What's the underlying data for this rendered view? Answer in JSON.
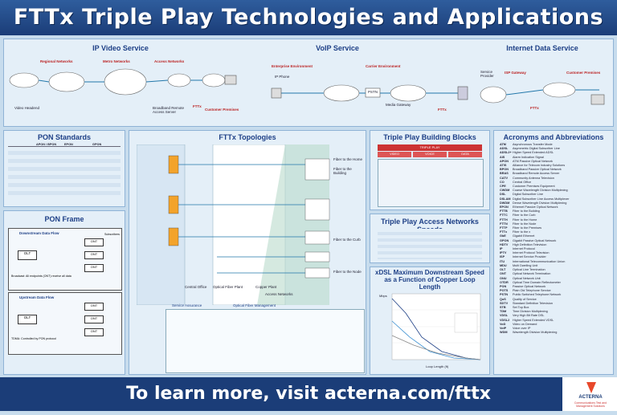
{
  "header": {
    "title": "FTTx Triple Play Technologies and Applications"
  },
  "services": {
    "ip_video": {
      "title": "IP Video Service",
      "regional": "Regional Networks",
      "metro": "Metro Networks",
      "access": "Access Networks",
      "headend": "Video Headend",
      "broadband": "Broadband Remote Access Server",
      "fttx": "FTTx",
      "customer": "Customer Premises"
    },
    "voip": {
      "title": "VoIP Service",
      "enterprise": "Enterprise Environment",
      "carrier": "Carrier Environment",
      "ip_phone": "IP Phone",
      "pstn": "PSTN",
      "media_gw": "Media Gateway",
      "fttx": "FTTx"
    },
    "internet": {
      "title": "Internet Data Service",
      "provider": "Service Provider",
      "isp": "ISP Gateway",
      "customer": "Customer Premises",
      "fttx": "FTTx"
    }
  },
  "pon_standards": {
    "title": "PON Standards",
    "cols": [
      "",
      "APON / BPON",
      "EPON",
      "GPON"
    ]
  },
  "pon_frame": {
    "title": "PON Frame",
    "down": "Downstream Data Flow",
    "up": "Upstream Data Flow",
    "olt": "OLT",
    "onu": "ONT",
    "subscribers": "Subscribers",
    "broadcast": "Broadcast: All endpoints (ONT) receive all data",
    "tdma": "TDMA: Controlled by PON protocol"
  },
  "topologies": {
    "title": "FTTx Topologies",
    "ftth": "Fiber to the Home",
    "fttb": "Fiber to the Building",
    "fttc": "Fiber to the Curb",
    "fttn": "Fiber to the Node",
    "office": "Central Office",
    "optical": "Optical Fiber Plant",
    "copper": "Copper Plant",
    "access": "Access Networks",
    "svc": "Service Assurance",
    "opt_mgmt": "Optical Fiber Management"
  },
  "building": {
    "title": "Triple Play Building Blocks",
    "svc": "TRIPLE PLAY",
    "rows": [
      "VIDEO",
      "VOICE",
      "DATA"
    ]
  },
  "speeds": {
    "title": "Triple Play Access Networks Speeds"
  },
  "xdsl": {
    "title": "xDSL Maximum Downstream Speed as a Function of Copper Loop Length",
    "xlabel": "Loop Length (ft)",
    "ylabel": "Mbps"
  },
  "acronyms": {
    "title": "Acronyms and Abbreviations",
    "items": [
      [
        "ATM",
        "Asynchronous Transfer Mode"
      ],
      [
        "ADSL",
        "Asymmetric Digital Subscriber Line"
      ],
      [
        "ADSL2+",
        "Higher Speed Extended ADSL"
      ],
      [
        "AIS",
        "Alarm Indication Signal"
      ],
      [
        "APON",
        "ATM Passive Optical Network"
      ],
      [
        "ATIS",
        "Alliance for Telecom Industry Solutions"
      ],
      [
        "BPON",
        "Broadband Passive Optical Network"
      ],
      [
        "BRAS",
        "Broadband Remote Access Server"
      ],
      [
        "CATV",
        "Community Antenna Television"
      ],
      [
        "CO",
        "Central Office"
      ],
      [
        "CPE",
        "Customer Premises Equipment"
      ],
      [
        "CWDM",
        "Coarse Wavelength Division Multiplexing"
      ],
      [
        "DSL",
        "Digital Subscriber Line"
      ],
      [
        "DSLAM",
        "Digital Subscriber Line Access Multiplexer"
      ],
      [
        "DWDM",
        "Dense Wavelength Division Multiplexing"
      ],
      [
        "EPON",
        "Ethernet Passive Optical Network"
      ],
      [
        "FTTB",
        "Fiber to the Building"
      ],
      [
        "FTTC",
        "Fiber to the Curb"
      ],
      [
        "FTTH",
        "Fiber to the Home"
      ],
      [
        "FTTN",
        "Fiber to the Node"
      ],
      [
        "FTTP",
        "Fiber to the Premises"
      ],
      [
        "FTTx",
        "Fiber to the x"
      ],
      [
        "GbE",
        "Gigabit Ethernet"
      ],
      [
        "GPON",
        "Gigabit Passive Optical Network"
      ],
      [
        "HDTV",
        "High Definition Television"
      ],
      [
        "IP",
        "Internet Protocol"
      ],
      [
        "IPTV",
        "Internet Protocol Television"
      ],
      [
        "ISP",
        "Internet Service Provider"
      ],
      [
        "ITU",
        "International Telecommunication Union"
      ],
      [
        "MDU",
        "Multi Dwelling Unit"
      ],
      [
        "OLT",
        "Optical Line Termination"
      ],
      [
        "ONT",
        "Optical Network Termination"
      ],
      [
        "ONU",
        "Optical Network Unit"
      ],
      [
        "OTDR",
        "Optical Time Domain Reflectometer"
      ],
      [
        "PON",
        "Passive Optical Network"
      ],
      [
        "POTS",
        "Plain Old Telephone Service"
      ],
      [
        "PSTN",
        "Public Switched Telephone Network"
      ],
      [
        "QoS",
        "Quality of Service"
      ],
      [
        "SDTV",
        "Standard Definition Television"
      ],
      [
        "STB",
        "Set Top Box"
      ],
      [
        "TDM",
        "Time Division Multiplexing"
      ],
      [
        "VDSL",
        "Very High Bit Rate DSL"
      ],
      [
        "VDSL2",
        "Higher Speed Extended VDSL"
      ],
      [
        "VoD",
        "Video on Demand"
      ],
      [
        "VoIP",
        "Voice over IP"
      ],
      [
        "WDM",
        "Wavelength Division Multiplexing"
      ]
    ]
  },
  "footer": {
    "text": "To learn more, visit acterna.com/fttx",
    "brand": "ACTERNA",
    "tagline": "Communications Test and Management Solutions"
  }
}
